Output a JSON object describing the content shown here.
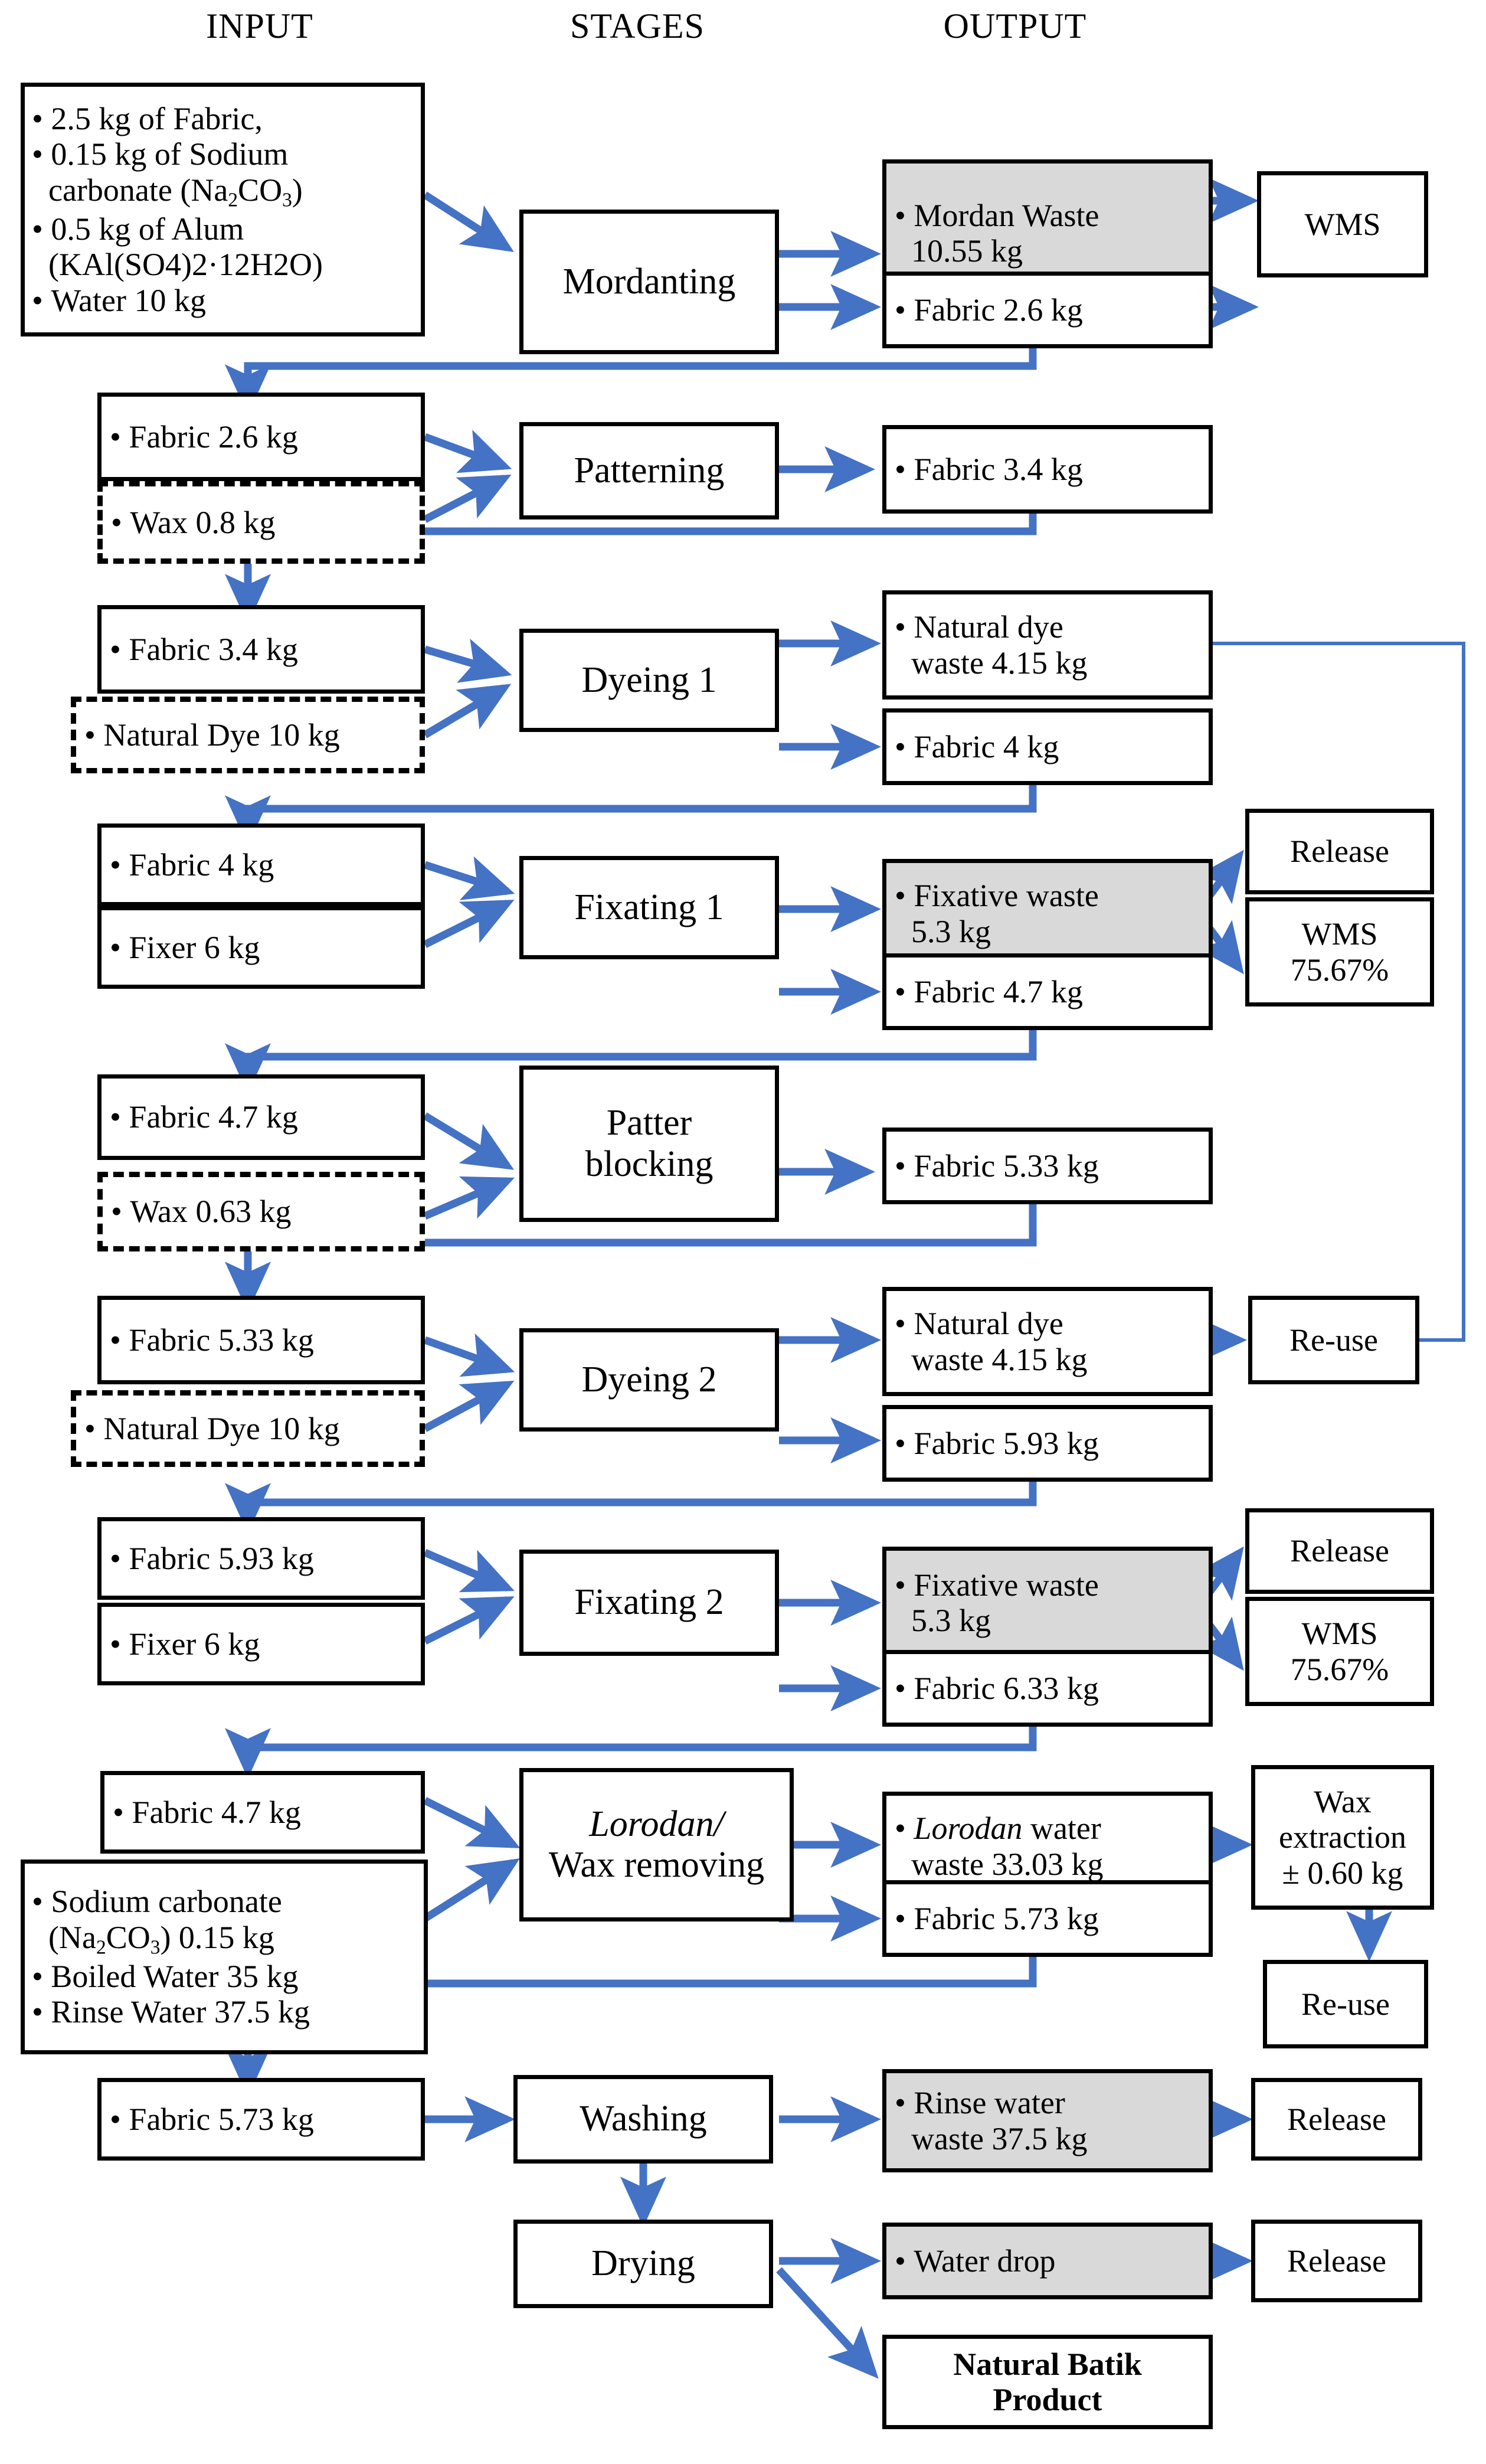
{
  "headers": {
    "input": "INPUT",
    "stages": "STAGES",
    "output": "OUTPUT"
  },
  "accent_color": "#4472C4",
  "waste_fill_color": "#D9D9D9",
  "border_color": "#000000",
  "rows": [
    {
      "id": "mordanting",
      "stage": "Mordanting",
      "inputs": [
        {
          "lines": [
            "2.5 kg of Fabric,",
            "0.15 kg of Sodium",
            "carbonate (Na2CO3)",
            "0.5 kg of Alum",
            "(KAl(SO4)2·12H2O)",
            "Water 10 kg"
          ],
          "dashed": false
        }
      ],
      "outputs": [
        {
          "label": "Mordan Waste 10.55 kg",
          "waste": true,
          "dest": "WMS"
        },
        {
          "label": "Fabric 2.6 kg",
          "waste": false
        }
      ]
    },
    {
      "id": "patterning",
      "stage": "Patterning",
      "inputs": [
        {
          "label": "Fabric 2.6 kg",
          "dashed": false
        },
        {
          "label": "Wax 0.8 kg",
          "dashed": true
        }
      ],
      "outputs": [
        {
          "label": "Fabric 3.4 kg",
          "waste": false
        }
      ]
    },
    {
      "id": "dyeing-1",
      "stage": "Dyeing 1",
      "inputs": [
        {
          "label": "Fabric 3.4 kg",
          "dashed": false
        },
        {
          "label": "Natural Dye 10 kg",
          "dashed": true
        }
      ],
      "outputs": [
        {
          "label": "Natural dye waste 4.15 kg",
          "waste": false
        },
        {
          "label": "Fabric 4 kg",
          "waste": false
        }
      ]
    },
    {
      "id": "fixating-1",
      "stage": "Fixating 1",
      "inputs": [
        {
          "label": "Fabric 4 kg",
          "dashed": false
        },
        {
          "label": "Fixer 6 kg",
          "dashed": false
        }
      ],
      "outputs": [
        {
          "label": "Fixative waste 5.3 kg",
          "waste": true,
          "dest2": [
            "Release",
            "WMS 75.67%"
          ]
        },
        {
          "label": "Fabric 4.7 kg",
          "waste": false
        }
      ]
    },
    {
      "id": "patter-blocking",
      "stage": "Patter blocking",
      "inputs": [
        {
          "label": "Fabric 4.7 kg",
          "dashed": false
        },
        {
          "label": "Wax 0.63 kg",
          "dashed": true
        }
      ],
      "outputs": [
        {
          "label": "Fabric 5.33 kg",
          "waste": false
        }
      ]
    },
    {
      "id": "dyeing-2",
      "stage": "Dyeing 2",
      "inputs": [
        {
          "label": "Fabric 5.33 kg",
          "dashed": false
        },
        {
          "label": "Natural Dye 10 kg",
          "dashed": true
        }
      ],
      "outputs": [
        {
          "label": "Natural dye waste 4.15 kg",
          "waste": false,
          "dest": "Re-use"
        },
        {
          "label": "Fabric 5.93 kg",
          "waste": false
        }
      ]
    },
    {
      "id": "fixating-2",
      "stage": "Fixating 2",
      "inputs": [
        {
          "label": "Fabric 5.93 kg",
          "dashed": false
        },
        {
          "label": "Fixer 6 kg",
          "dashed": false
        }
      ],
      "outputs": [
        {
          "label": "Fixative waste 5.3 kg",
          "waste": true,
          "dest2": [
            "Release",
            "WMS 75.67%"
          ]
        },
        {
          "label": "Fabric 6.33 kg",
          "waste": false
        }
      ]
    },
    {
      "id": "lorodan",
      "stage": "Lorodan/ Wax removing",
      "inputs": [
        {
          "label": "Fabric 4.7 kg",
          "dashed": false
        },
        {
          "lines": [
            "Sodium carbonate (Na2CO3) 0.15 kg",
            "Boiled Water 35 kg",
            "Rinse Water 37.5 kg"
          ],
          "dashed": false
        }
      ],
      "outputs": [
        {
          "label": "Lorodan water waste 33.03 kg",
          "waste": false,
          "dest": "Wax extraction ± 0.60 kg"
        },
        {
          "label": "Fabric 5.73 kg",
          "waste": false
        }
      ]
    },
    {
      "id": "washing",
      "stage": "Washing",
      "inputs": [
        {
          "label": "Fabric 5.73 kg",
          "dashed": false
        }
      ],
      "outputs": [
        {
          "label": "Rinse water waste 37.5 kg",
          "waste": true,
          "dest": "Release"
        }
      ]
    },
    {
      "id": "drying",
      "stage": "Drying",
      "inputs": [],
      "outputs": [
        {
          "label": "Water drop",
          "waste": true,
          "dest": "Release"
        },
        {
          "label": "Natural Batik Product",
          "waste": false,
          "bold": true
        }
      ]
    }
  ],
  "boxes": {
    "input_mordanting": {
      "l1": "2.5 kg of Fabric,",
      "l2a": "0.15 kg of Sodium",
      "l2b": "carbonate (Na",
      "l2c": "2",
      "l2d": "CO",
      "l2e": "3",
      "l2f": ")",
      "l3a": "0.5 kg of Alum",
      "l3b": "(KAl(SO4)2·12H2O)",
      "l4": "Water 10 kg"
    },
    "input_lorodan": {
      "l1a": "Sodium carbonate",
      "l1b": "(Na",
      "l1c": "2",
      "l1d": "CO",
      "l1e": "3",
      "l1f": ") 0.15 kg",
      "l2": "Boiled Water 35 kg",
      "l3": "Rinse Water 37.5 kg"
    },
    "stage_mordanting": "Mordanting",
    "stage_patterning": "Patterning",
    "stage_dyeing1": "Dyeing 1",
    "stage_fixating1": "Fixating 1",
    "stage_patter_blocking_l1": "Patter",
    "stage_patter_blocking_l2": "blocking",
    "stage_dyeing2": "Dyeing 2",
    "stage_fixating2": "Fixating 2",
    "stage_lorodan_l1": "Lorodan/",
    "stage_lorodan_l2": "Wax removing",
    "stage_washing": "Washing",
    "stage_drying": "Drying",
    "in_fabric_26": "Fabric 2.6 kg",
    "in_wax_08": "Wax 0.8 kg",
    "in_fabric_34": "Fabric 3.4 kg",
    "in_dye_10_a": "Natural Dye 10 kg",
    "in_fabric_4": "Fabric 4 kg",
    "in_fixer_6_a": "Fixer 6 kg",
    "in_fabric_47_a": "Fabric 4.7 kg",
    "in_wax_063": "Wax 0.63 kg",
    "in_fabric_533": "Fabric 5.33 kg",
    "in_dye_10_b": "Natural Dye 10 kg",
    "in_fabric_593": "Fabric 5.93 kg",
    "in_fixer_6_b": "Fixer 6 kg",
    "in_fabric_47_b": "Fabric 4.7 kg",
    "in_fabric_573": "Fabric 5.73 kg",
    "out_mordan_waste_l1": "Mordan Waste",
    "out_mordan_waste_l2": "10.55 kg",
    "out_fabric_26": "Fabric 2.6 kg",
    "out_fabric_34": "Fabric 3.4 kg",
    "out_dyewaste_a_l1": "Natural dye",
    "out_dyewaste_a_l2": "waste 4.15 kg",
    "out_fabric_4": "Fabric 4 kg",
    "out_fixwaste_a_l1": "Fixative waste",
    "out_fixwaste_a_l2": "5.3 kg",
    "out_fabric_47": "Fabric 4.7 kg",
    "out_fabric_533": "Fabric 5.33 kg",
    "out_dyewaste_b_l1": "Natural dye",
    "out_dyewaste_b_l2": "waste 4.15 kg",
    "out_fabric_593": "Fabric 5.93 kg",
    "out_fixwaste_b_l1": "Fixative waste",
    "out_fixwaste_b_l2": "5.3 kg",
    "out_fabric_633": "Fabric 6.33 kg",
    "out_lorodan_l1a": "Lorodan",
    "out_lorodan_l1b": " water",
    "out_lorodan_l2": "waste 33.03 kg",
    "out_fabric_573": "Fabric 5.73 kg",
    "out_rinse_l1": "Rinse water",
    "out_rinse_l2": "waste 37.5 kg",
    "out_waterdrop": "Water drop",
    "out_product_l1": "Natural Batik",
    "out_product_l2": "Product",
    "end_wms_1": "WMS",
    "end_release_1": "Release",
    "end_wms_pct_1_l1": "WMS",
    "end_wms_pct_1_l2": "75.67%",
    "end_reuse_1": "Re-use",
    "end_release_2": "Release",
    "end_wms_pct_2_l1": "WMS",
    "end_wms_pct_2_l2": "75.67%",
    "end_wax_l1": "Wax",
    "end_wax_l2": "extraction",
    "end_wax_l3": "± 0.60 kg",
    "end_reuse_2": "Re-use",
    "end_release_3": "Release",
    "end_release_4": "Release"
  }
}
